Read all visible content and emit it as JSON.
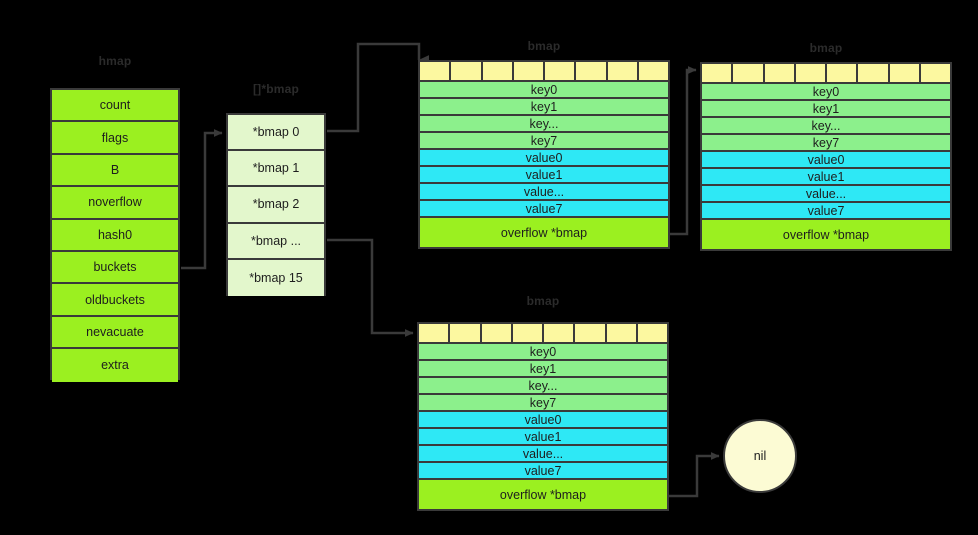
{
  "diagram": {
    "title_hmap": "hmap",
    "title_bmap_array": "[]*bmap",
    "title_bmap": "bmap",
    "nil_label": "nil",
    "colors": {
      "background": "#000000",
      "hmap_cell": "#9bf020",
      "array_cell": "#e3f7cc",
      "tophash_cell": "#fcf8a0",
      "key_cell": "#8cf08c",
      "value_cell": "#2ee8f5",
      "overflow_cell": "#9bf020",
      "nil_fill": "#fcfbd4",
      "stroke": "#3a3a3a",
      "title_text": "#2b2b2b",
      "cell_text": "#1e1e1e"
    }
  },
  "hmap": {
    "label": "hmap",
    "fields": [
      {
        "name": "count"
      },
      {
        "name": "flags"
      },
      {
        "name": "B"
      },
      {
        "name": "noverflow"
      },
      {
        "name": "hash0"
      },
      {
        "name": "buckets"
      },
      {
        "name": "oldbuckets"
      },
      {
        "name": "nevacuate"
      },
      {
        "name": "extra"
      }
    ]
  },
  "bmap_array": {
    "label": "[]*bmap",
    "cells": [
      {
        "name": "*bmap 0"
      },
      {
        "name": "*bmap 1"
      },
      {
        "name": "*bmap 2"
      },
      {
        "name": "*bmap ..."
      },
      {
        "name": "*bmap 15"
      }
    ]
  },
  "bmaps": [
    {
      "id": "bmap-top-left",
      "label": "bmap",
      "tophash_cells": 8,
      "keys": [
        "key0",
        "key1",
        "key...",
        "key7"
      ],
      "values": [
        "value0",
        "value1",
        "value...",
        "value7"
      ],
      "overflow": "overflow *bmap"
    },
    {
      "id": "bmap-top-right",
      "label": "bmap",
      "tophash_cells": 8,
      "keys": [
        "key0",
        "key1",
        "key...",
        "key7"
      ],
      "values": [
        "value0",
        "value1",
        "value...",
        "value7"
      ],
      "overflow": "overflow *bmap"
    },
    {
      "id": "bmap-bottom",
      "label": "bmap",
      "tophash_cells": 8,
      "keys": [
        "key0",
        "key1",
        "key...",
        "key7"
      ],
      "values": [
        "value0",
        "value1",
        "value...",
        "value7"
      ],
      "overflow": "overflow *bmap"
    }
  ],
  "nil_node": {
    "label": "nil"
  }
}
